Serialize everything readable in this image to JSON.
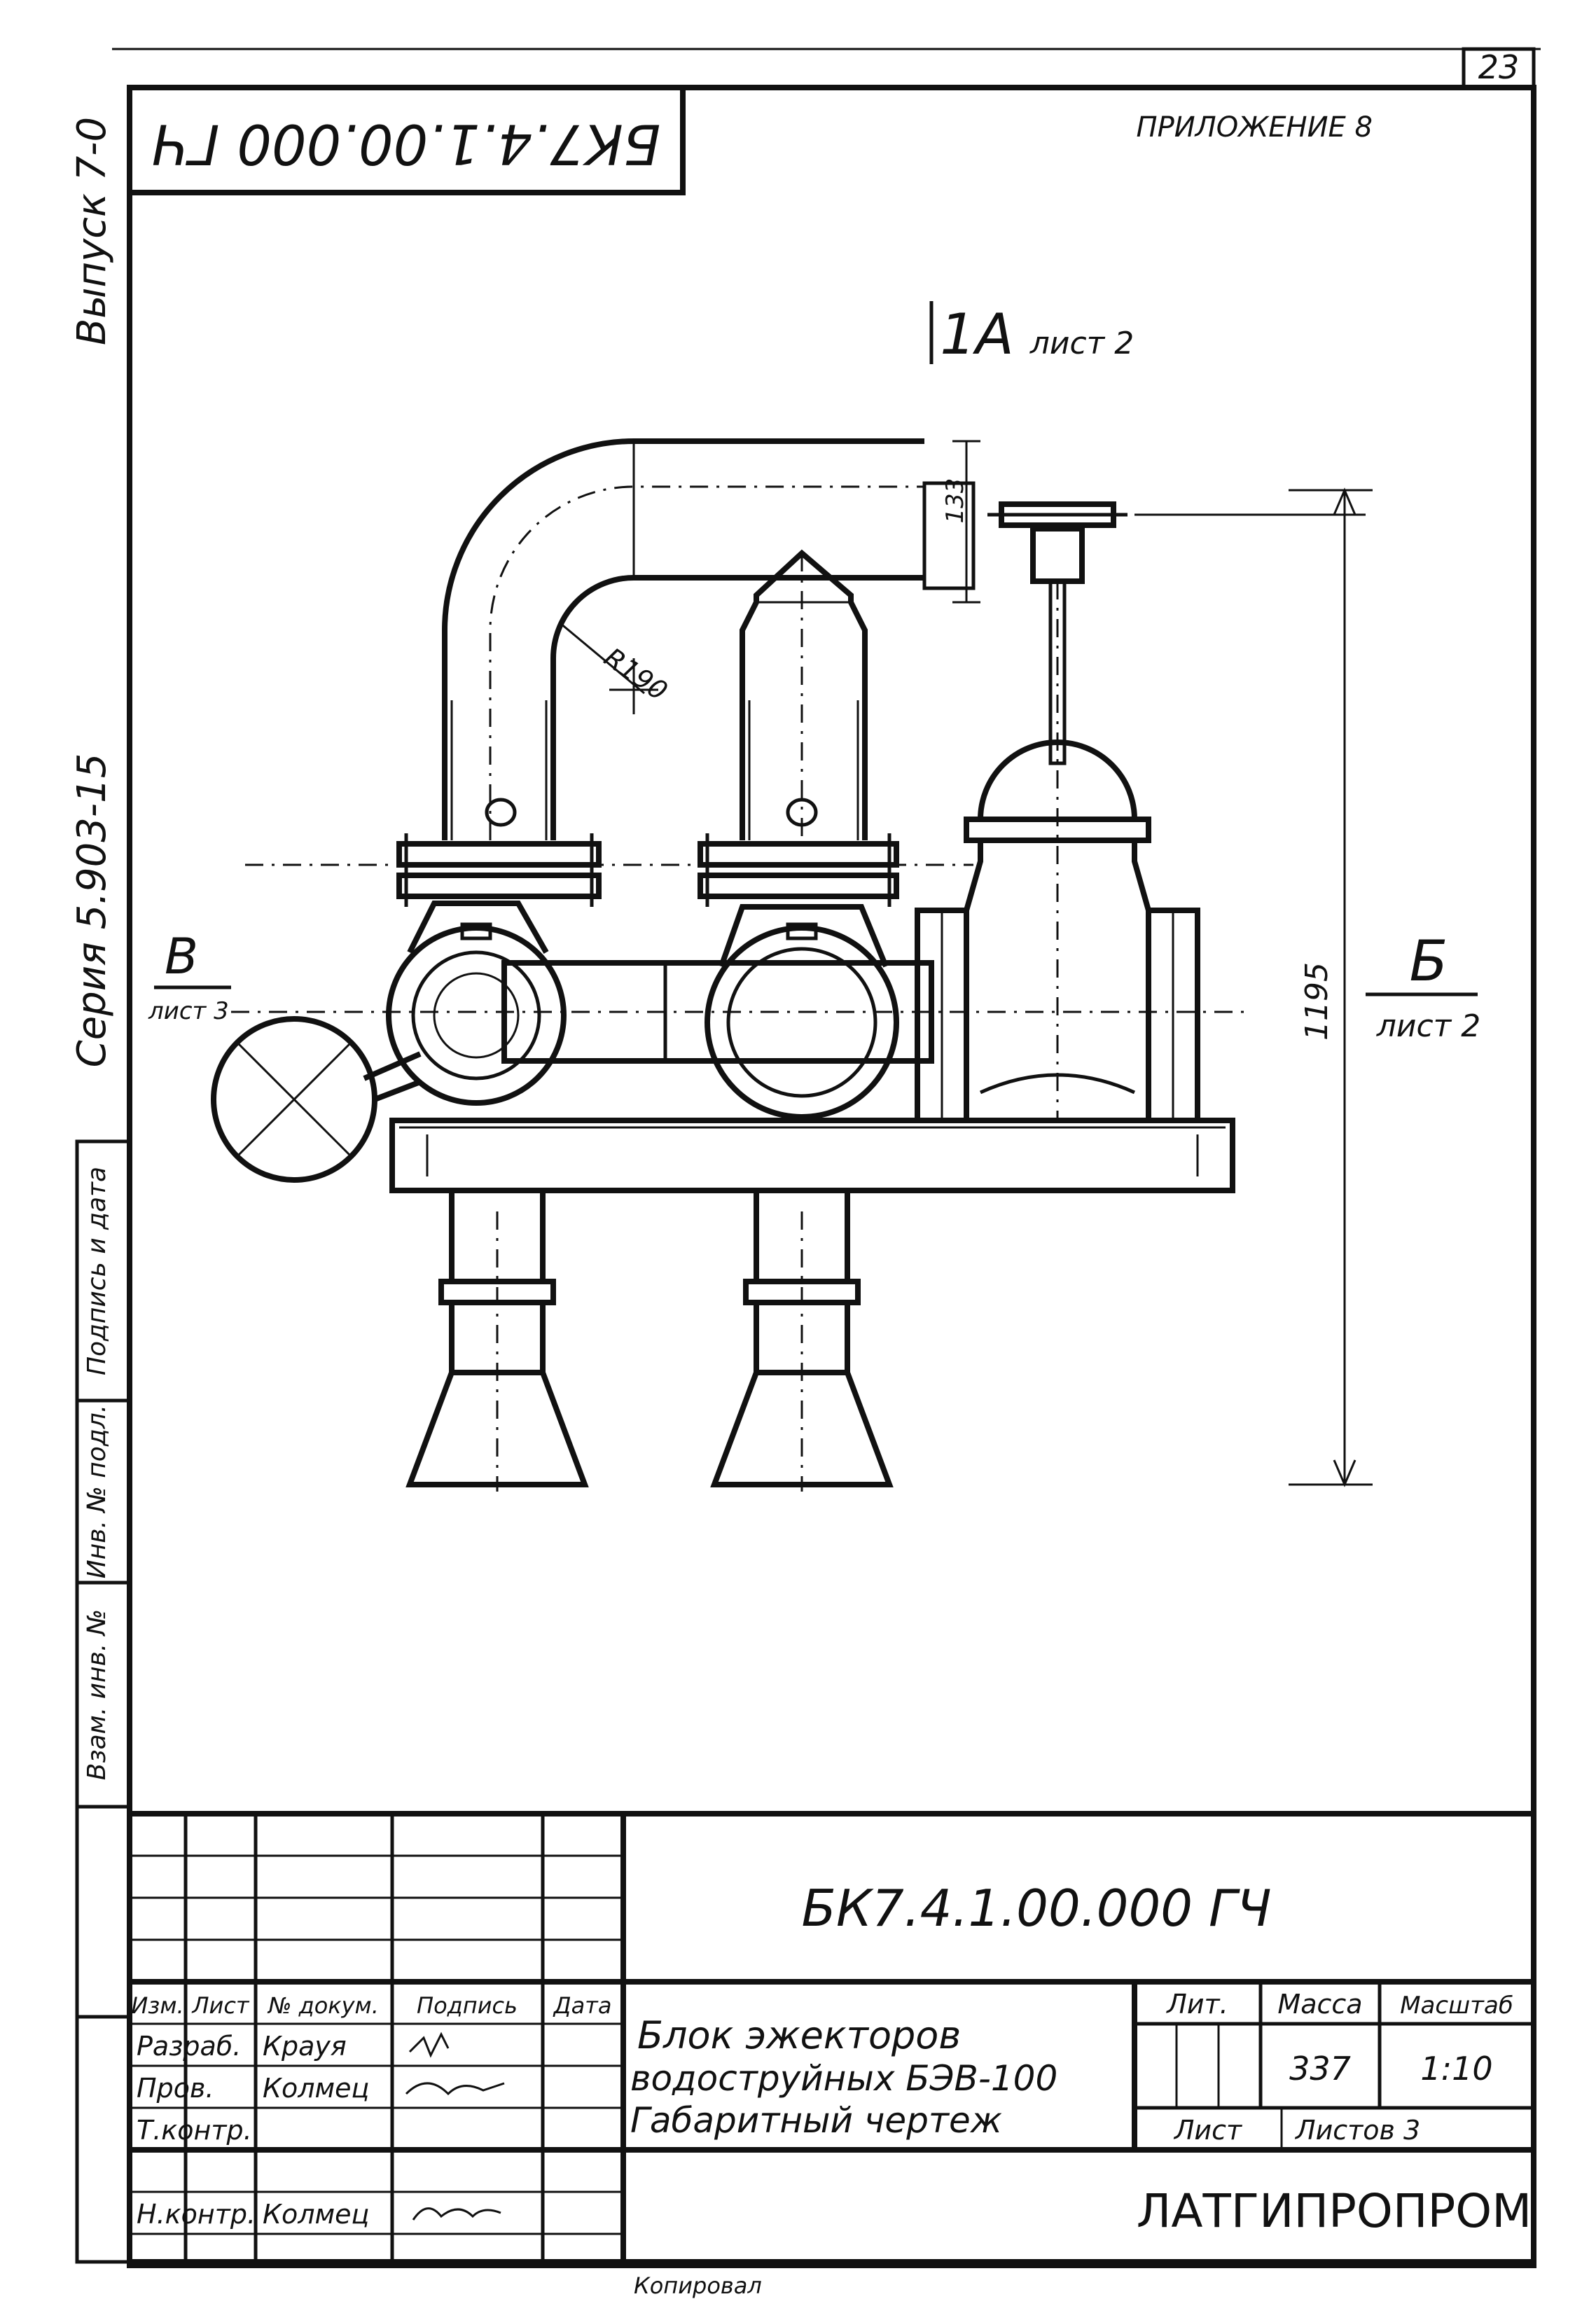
{
  "sheet": {
    "page_number": "23",
    "appendix": "ПРИЛОЖЕНИЕ 8",
    "top_designation": "БК7.4.1.00.000 ГЧ",
    "margin_issue": "Выпуск 7-0",
    "margin_series": "Серия 5.903-15"
  },
  "drawing": {
    "view_1a": "1А",
    "view_1a_ref": "лист 2",
    "view_b_letter": "В",
    "view_b_ref": "лист 3",
    "view_v_letter": "Б",
    "view_v_ref": "лист 2",
    "dim_radius": "R190",
    "dim_height": "1195",
    "dim_small": "133"
  },
  "left_stamp": {
    "cells": [
      "Взам. инв. №",
      "Инв. № подл.",
      "Подпись и дата"
    ]
  },
  "title_block": {
    "designation": "БК7.4.1.00.000 ГЧ",
    "name_line1": "Блок   эжекторов",
    "name_line2": "водоструйных БЭВ-100",
    "name_line3": "Габаритный  чертеж",
    "col_headers": [
      "Изм.",
      "Лист",
      "№ докум.",
      "Подпись",
      "Дата"
    ],
    "roles": [
      {
        "role": "Разраб.",
        "name": "Крауя"
      },
      {
        "role": "Пров.",
        "name": "Колмец"
      },
      {
        "role": "Т.контр.",
        "name": ""
      },
      {
        "role": "",
        "name": ""
      },
      {
        "role": "Н.контр.",
        "name": "Колмец"
      }
    ],
    "lit_label": "Лит.",
    "mass_label": "Масса",
    "scale_label": "Масштаб",
    "mass_value": "337",
    "scale_value": "1:10",
    "sheet_label": "Лист",
    "sheets_label": "Листов 3",
    "organization": "ЛАТГИПРОПРОМ"
  },
  "footer": {
    "copied_note": "Копировал"
  }
}
